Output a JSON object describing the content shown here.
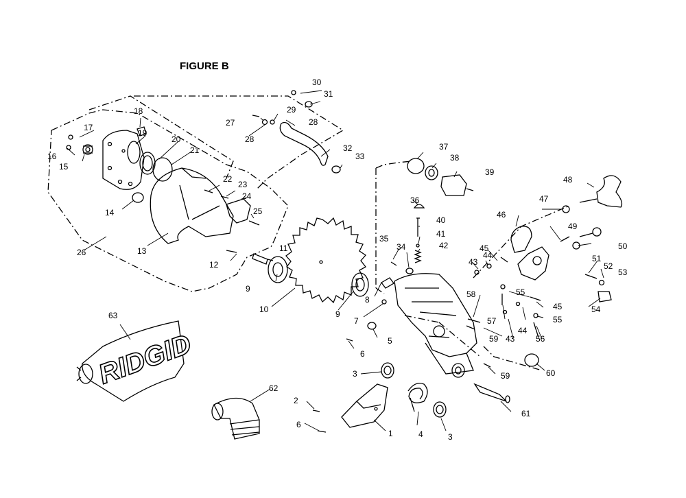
{
  "figure": {
    "title": "FIGURE B",
    "brand_label": "RIDGID"
  },
  "parts": [
    "1",
    "2",
    "3",
    "3",
    "4",
    "5",
    "6",
    "6",
    "7",
    "8",
    "9",
    "9",
    "10",
    "11",
    "12",
    "13",
    "14",
    "15",
    "16",
    "17",
    "18",
    "19",
    "20",
    "21",
    "22",
    "23",
    "24",
    "25",
    "26",
    "27",
    "28",
    "28",
    "29",
    "30",
    "31",
    "32",
    "33",
    "34",
    "35",
    "36",
    "37",
    "38",
    "39",
    "40",
    "41",
    "42",
    "43",
    "43",
    "44",
    "44",
    "45",
    "45",
    "46",
    "47",
    "48",
    "49",
    "50",
    "51",
    "52",
    "53",
    "54",
    "55",
    "55",
    "56",
    "57",
    "58",
    "59",
    "59",
    "60",
    "61",
    "62",
    "63"
  ]
}
